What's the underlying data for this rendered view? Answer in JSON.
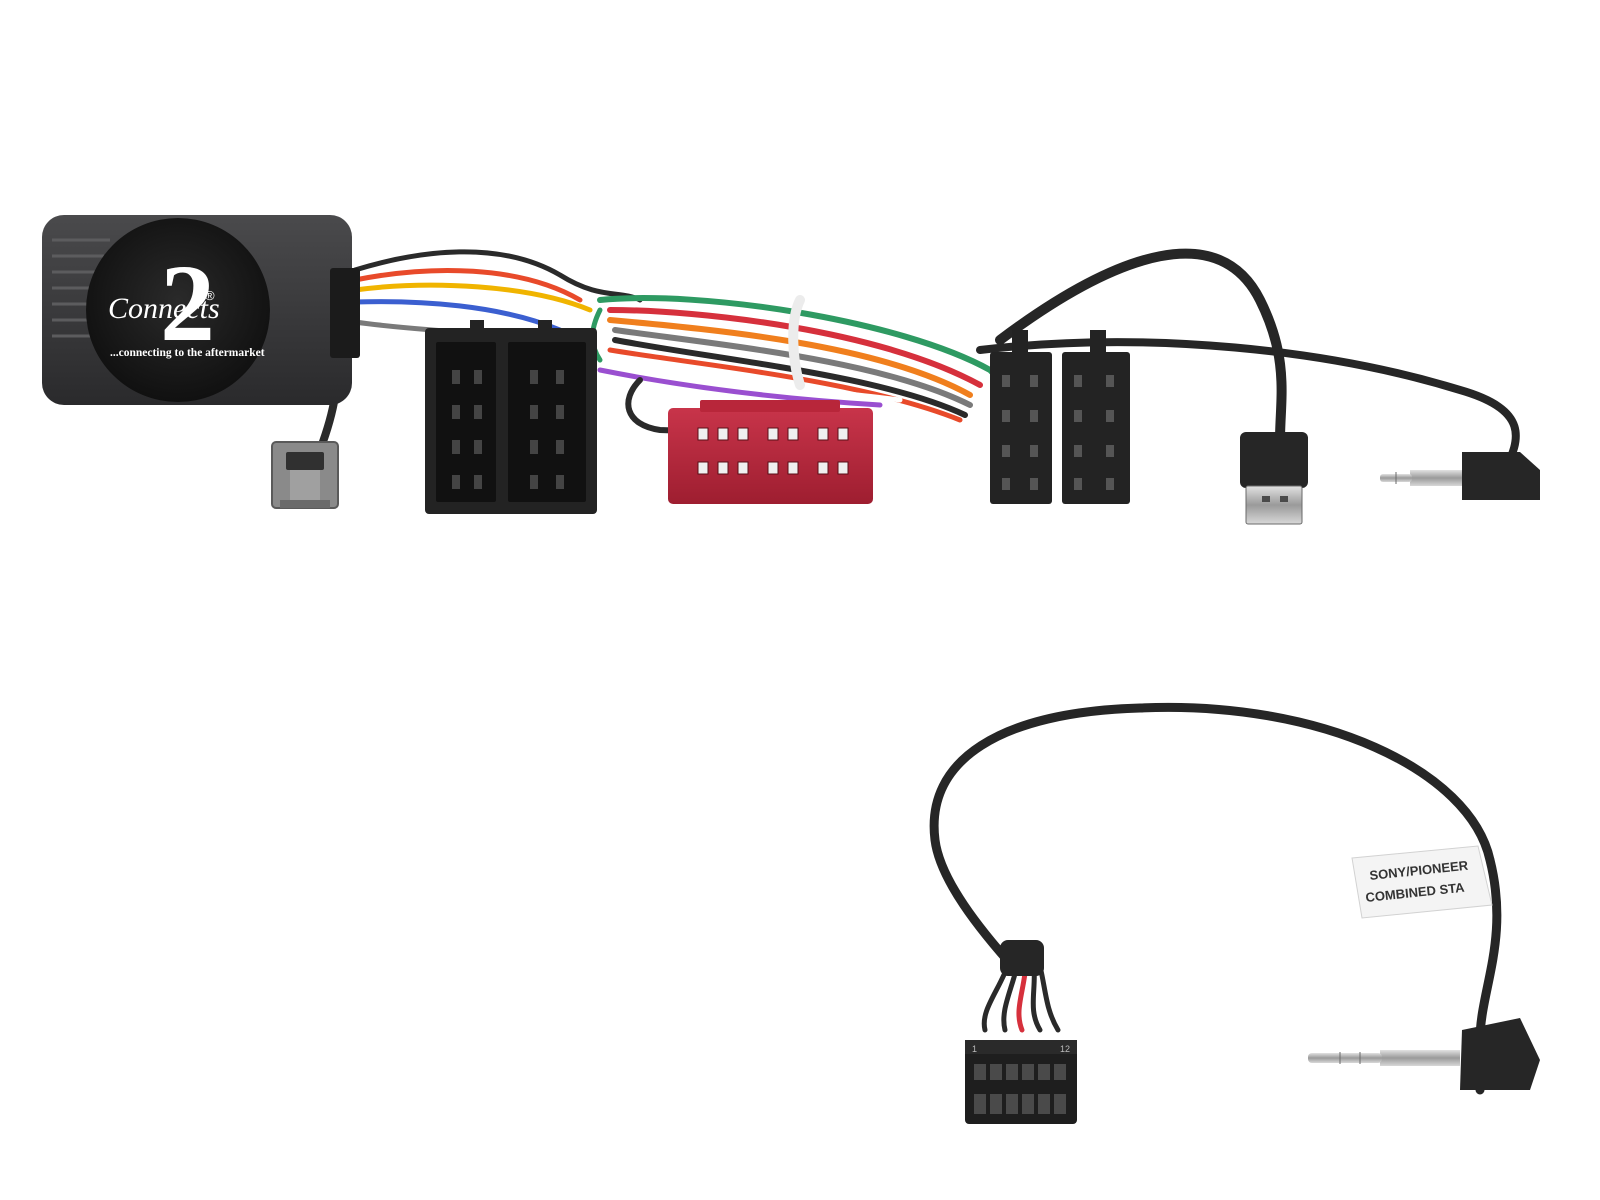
{
  "product": {
    "module": {
      "brand_number": "2",
      "brand_word": "Connects",
      "registered_mark": "®",
      "tagline": "...connecting to the aftermarket"
    },
    "lead_label": {
      "line1": "SONY/PIONEER",
      "line2": "COMBINED STA"
    },
    "pin_marks": [
      "1",
      "12"
    ]
  },
  "colors": {
    "module_body": "#3a3a3c",
    "connector_black": "#232323",
    "connector_red": "#b8263a",
    "connector_grey": "#8a8a8a",
    "cable_black": "#262626",
    "wires": [
      "#2a2a2a",
      "#e84a2a",
      "#f0b400",
      "#3b5fd0",
      "#ffffff",
      "#2e9a62",
      "#d6303c",
      "#f07f1d",
      "#7a7a7a",
      "#9a4fd0"
    ]
  }
}
